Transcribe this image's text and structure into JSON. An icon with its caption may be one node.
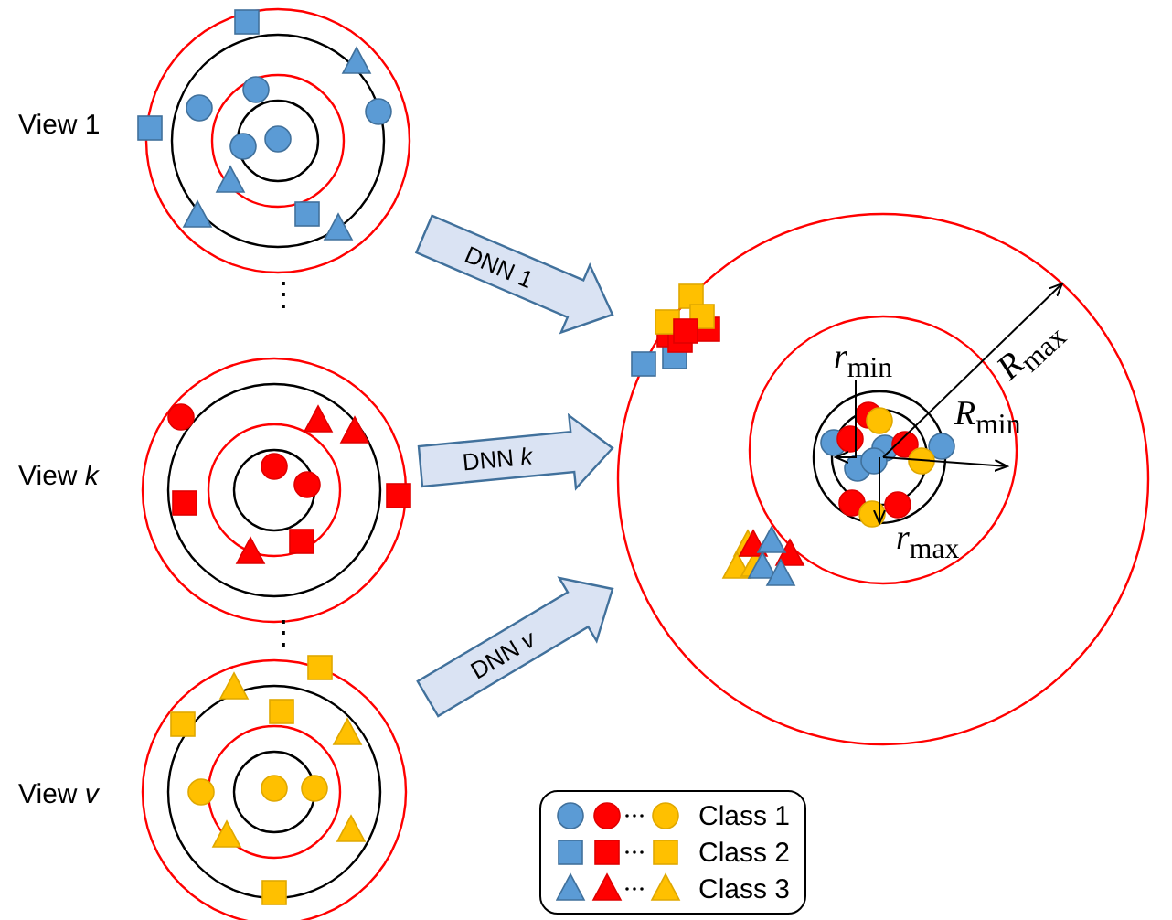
{
  "diagram": {
    "nodes": [
      {
        "text": [],
        "shape": "picture",
        "beside": [
          "View 1"
        ]
      },
      {
        "text": [],
        "shape": "picture",
        "beside": [
          "View *k*"
        ]
      },
      {
        "text": [],
        "shape": "picture",
        "beside": [
          "View *v*"
        ]
      },
      {
        "text": [],
        "shape": "picture"
      }
    ],
    "edges": [
      {
        "from": 0,
        "to": 3,
        "arrow": "to",
        "label": "DNN 1"
      },
      {
        "from": 1,
        "to": 3,
        "arrow": "to",
        "label": "DNN *k*"
      },
      {
        "from": 2,
        "to": 3,
        "arrow": "to",
        "label": "DNN *v*"
      }
    ],
    "labels": [
      "⋮",
      "⋮",
      "*r*$_{min}$",
      "*R*$_{max}$",
      "*R*$_{min}$",
      "*r*$_{max}$"
    ],
    "legend": [
      {
        "text": "Class 1"
      },
      {
        "text": "Class 2"
      },
      {
        "text": "Class 3"
      }
    ]
  }
}
